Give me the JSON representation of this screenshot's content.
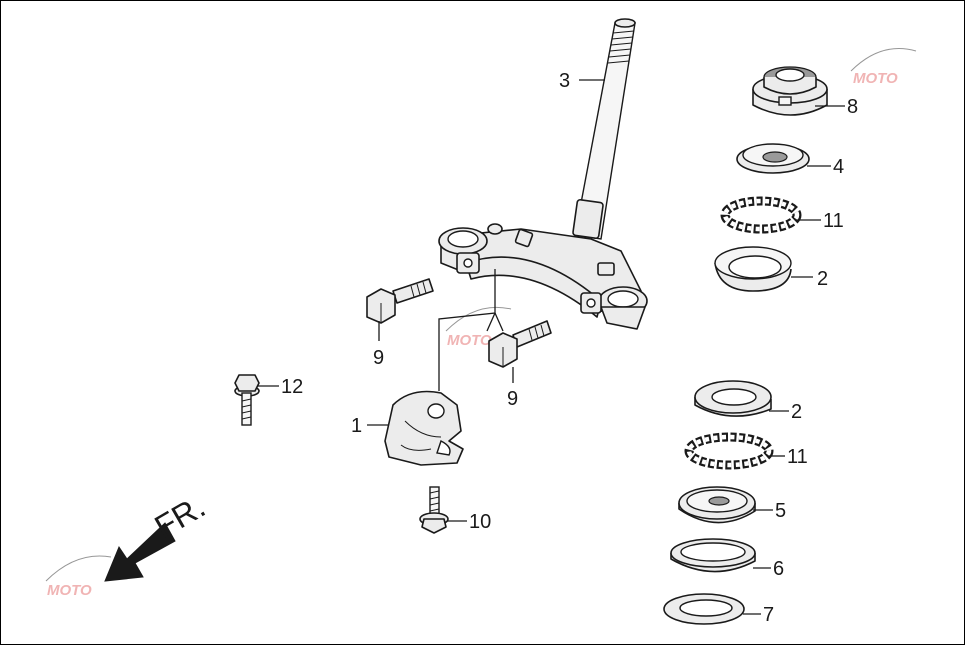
{
  "callouts": {
    "c1": "1",
    "c2a": "2",
    "c2b": "2",
    "c3": "3",
    "c4": "4",
    "c5": "5",
    "c6": "6",
    "c7": "7",
    "c8": "8",
    "c9a": "9",
    "c9b": "9",
    "c10": "10",
    "c11a": "11",
    "c11b": "11",
    "c12": "12"
  },
  "direction": {
    "label": "FR."
  },
  "watermark": {
    "text": "MOTO",
    "color": "#e05a5a"
  },
  "colors": {
    "line": "#1a1a1a",
    "fill": "#ececec",
    "background": "#ffffff"
  }
}
